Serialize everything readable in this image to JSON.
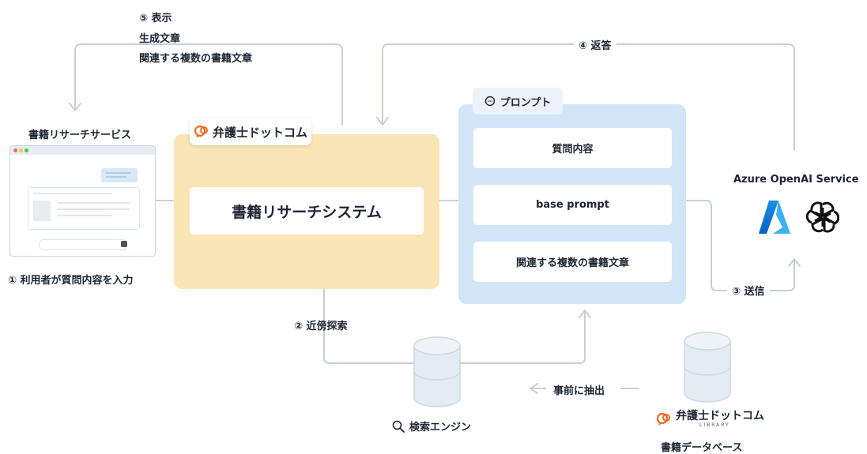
{
  "steps": {
    "display": "⑤ 表示",
    "display_items": [
      "生成文章",
      "関連する複数の書籍文章"
    ],
    "reply": "④ 返答",
    "send": "③ 送信",
    "search": "② 近傍探索",
    "input": "① 利用者が質問内容を入力",
    "extract": "事前に抽出"
  },
  "service": {
    "title": "書籍リサーチサービス"
  },
  "system": {
    "brand": "弁護士ドットコム",
    "title": "書籍リサーチシステム"
  },
  "prompt": {
    "title": "プロンプト",
    "items": [
      "質問内容",
      "base prompt",
      "関連する複数の書籍文章"
    ]
  },
  "azure": {
    "title": "Azure OpenAI Service"
  },
  "search_engine": {
    "title": "検索エンジン"
  },
  "library": {
    "brand": "弁護士ドットコム",
    "sub": "LIBRARY",
    "title": "書籍データベース"
  },
  "colors": {
    "system_fill": "#fae5b6",
    "prompt_fill": "#d2e6f7",
    "connector": "#c8ced8",
    "brand_orange": "#f26b1d",
    "azure_blue": "#0a74d8"
  },
  "icons": [
    "chat-bubble-icon",
    "azure-logo-icon",
    "openai-logo-icon",
    "search-icon",
    "database-cylinder-icon",
    "brand-logo-icon"
  ]
}
